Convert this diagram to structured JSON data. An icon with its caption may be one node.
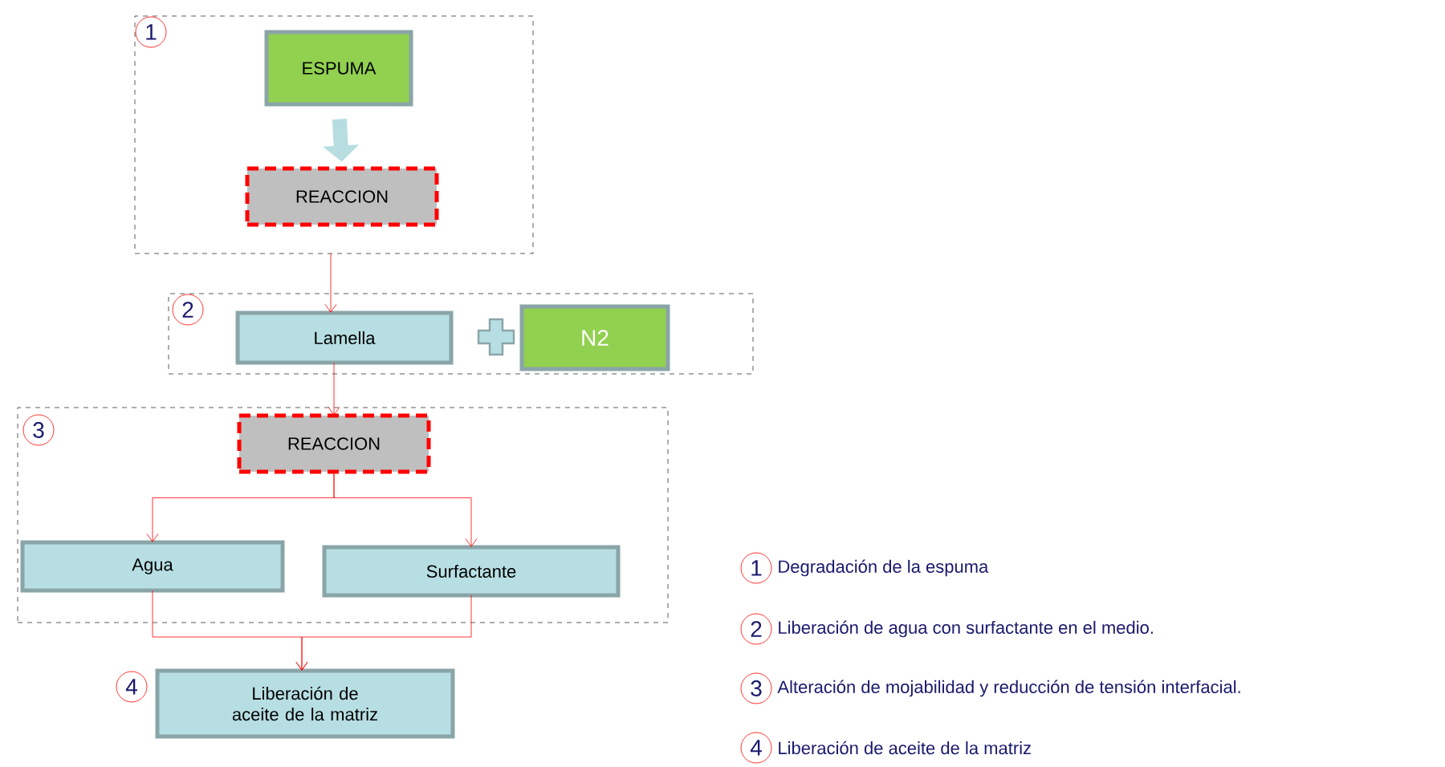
{
  "diagram": {
    "nodes": [
      {
        "text": [
          "1"
        ]
      },
      {
        "text": [
          "ESPUMA"
        ],
        "in": 0
      },
      {
        "text": [
          "REACCION"
        ],
        "in": 0
      },
      {
        "text": [
          "2"
        ]
      },
      {
        "text": [
          "Lamella"
        ],
        "in": 3
      },
      {
        "text": [
          "N2"
        ],
        "in": 3
      },
      {
        "text": [
          "3"
        ]
      },
      {
        "text": [
          "REACCION"
        ],
        "in": 6
      },
      {
        "text": [
          "Agua"
        ],
        "in": 6
      },
      {
        "text": [
          "Surfactante"
        ],
        "in": 6
      },
      {
        "text": [
          "Liberación de aceite de la matriz"
        ],
        "beside": [
          "4"
        ]
      }
    ],
    "edges": [
      {
        "from": 1,
        "to": 2,
        "arrow": "to",
        "style": "thick",
        "color": "#b7dde1"
      },
      {
        "from": 0,
        "to": 4,
        "arrow": "to"
      },
      {
        "from": 4,
        "to": 7,
        "arrow": "to"
      },
      {
        "from": 7,
        "to": 8,
        "arrow": "to"
      },
      {
        "from": 7,
        "to": 9,
        "arrow": "to"
      },
      {
        "from": 8,
        "to": 10,
        "arrow": "to"
      },
      {
        "from": 9,
        "to": 10,
        "arrow": "to"
      }
    ],
    "labels": [
      "1",
      "Degradación de la espuma",
      "2",
      "Liberación de agua con surfactante en el medio.",
      "3",
      "Alteración de mojabilidad y reducción de tensión interfacial.",
      "4",
      "Liberación de aceite de la matriz"
    ]
  }
}
